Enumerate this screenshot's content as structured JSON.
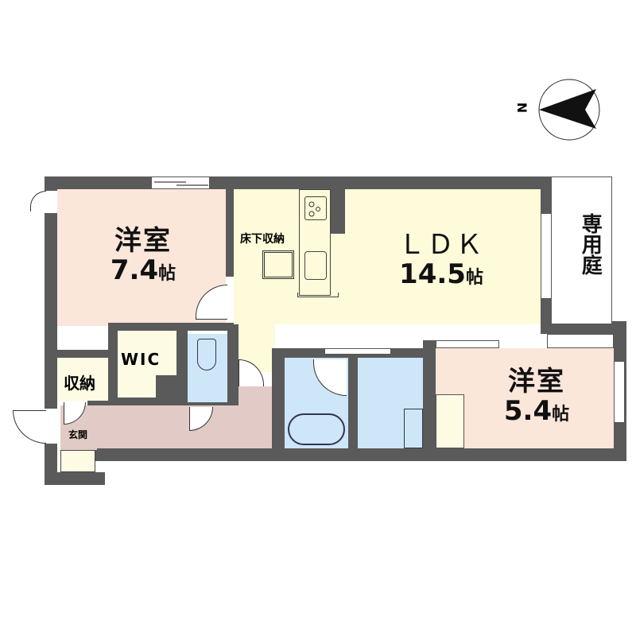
{
  "compass": {
    "label": "N",
    "icon": "north-arrow-icon"
  },
  "colors": {
    "wall": "#5a5a5a",
    "western_room": "#fbe6da",
    "ldk": "#fdfbd9",
    "storage": "#fdfbe3",
    "wet_area": "#cde6f8",
    "hallway": "#e2cbc6",
    "garden": "#ffffff"
  },
  "rooms": {
    "bedroom1": {
      "name": "洋室",
      "area": "7.4",
      "unit": "帖"
    },
    "ldk": {
      "name": "ＬＤＫ",
      "area": "14.5",
      "unit": "帖"
    },
    "bedroom2": {
      "name": "洋室",
      "area": "5.4",
      "unit": "帖"
    },
    "garden": {
      "name": "専用庭"
    },
    "wic": {
      "name": "WIC"
    },
    "storage": {
      "name": "収納"
    },
    "entrance": {
      "name": "玄関"
    },
    "underfloor": {
      "name": "床下収納"
    }
  }
}
